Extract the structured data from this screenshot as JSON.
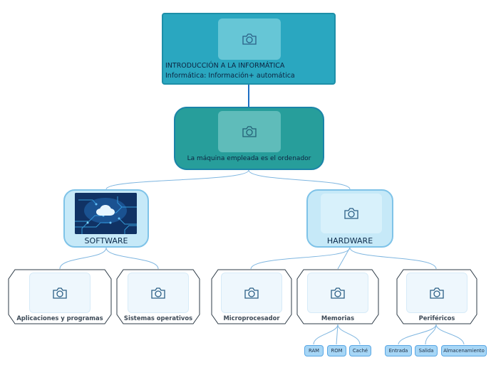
{
  "root": {
    "line1": "INTRODUCCIÓN A LA INFORMÁTICA",
    "line2": "Informática: Información+ automática"
  },
  "level2": {
    "text": "La máquina empleada es el ordenador"
  },
  "software": {
    "label": "SOFTWARE"
  },
  "hardware": {
    "label": "HARDWARE"
  },
  "software_children": [
    {
      "label": "Aplicaciones y programas"
    },
    {
      "label": "Sistemas operativos"
    }
  ],
  "hardware_children": [
    {
      "label": "Microprocesador"
    },
    {
      "label": "Memorias"
    },
    {
      "label": "Periféricos"
    }
  ],
  "memorias_children": [
    {
      "label": "RAM"
    },
    {
      "label": "ROM"
    },
    {
      "label": "Caché"
    }
  ],
  "perifericos_children": [
    {
      "label": "Entrada"
    },
    {
      "label": "Salida"
    },
    {
      "label": "Almacenamiento"
    }
  ],
  "colors": {
    "root_fill": "#2aa7c0",
    "level2_fill": "#279e9b",
    "branch_fill": "#c6e9f8",
    "leaf_fill": "#a6d6f6",
    "connector": "#7fb6e0"
  },
  "icons": {
    "placeholder": "camera-icon",
    "software_image": "cloud-circuit-image"
  }
}
